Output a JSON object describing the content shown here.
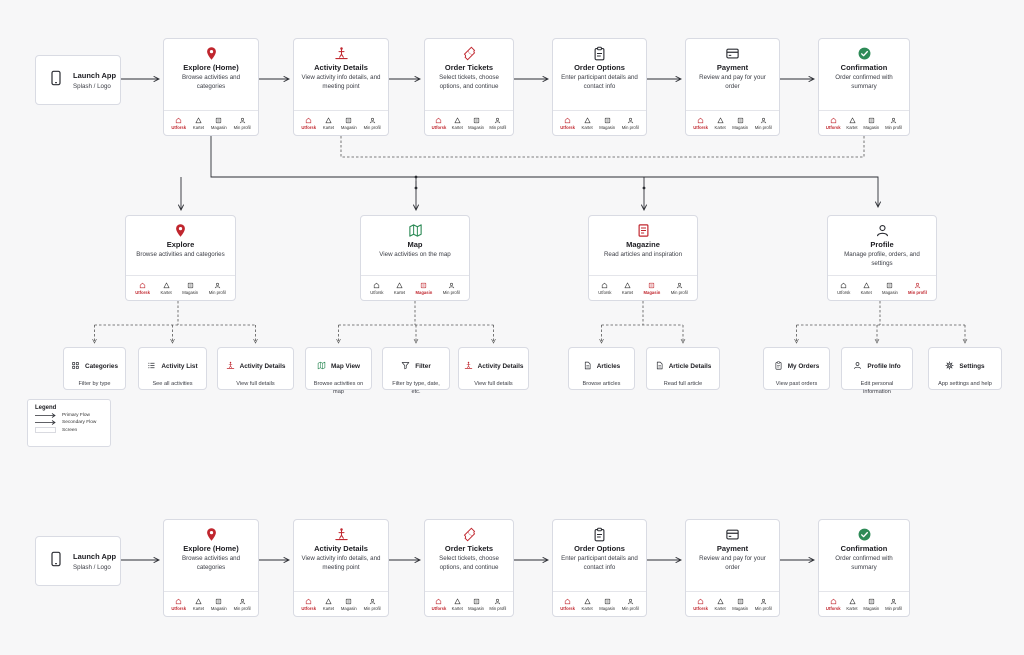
{
  "colors": {
    "accent": "#c0262e",
    "map_green": "#2e8b57",
    "confirm_green": "#2e8b57",
    "line": "#2b2d33",
    "border": "#d9dbe3"
  },
  "tab_labels": [
    "Utforsk",
    "Kartet",
    "Magasin",
    "Min profil"
  ],
  "flow_top": {
    "launch": {
      "title": "Launch App",
      "subtitle": "Splash / Logo",
      "icon": "phone-icon"
    },
    "steps": [
      {
        "key": "explore-home",
        "title": "Explore (Home)",
        "desc": "Browse activities and categories",
        "icon": "map-pin-icon",
        "active_tab": 0
      },
      {
        "key": "activity-details",
        "title": "Activity Details",
        "desc": "View activity info details, and meeting point",
        "icon": "person-activity-icon",
        "active_tab": 0
      },
      {
        "key": "order-tickets",
        "title": "Order Tickets",
        "desc": "Select tickets, choose options, and continue",
        "icon": "ticket-icon",
        "active_tab": 0
      },
      {
        "key": "order-options",
        "title": "Order Options",
        "desc": "Enter participant details and contact info",
        "icon": "clipboard-icon",
        "active_tab": 0
      },
      {
        "key": "payment",
        "title": "Payment",
        "desc": "Review and pay for your order",
        "icon": "credit-card-icon",
        "active_tab": 0
      },
      {
        "key": "confirmation",
        "title": "Confirmation",
        "desc": "Order confirmed with summary",
        "icon": "check-circle-icon",
        "active_tab": 0
      }
    ]
  },
  "flow_bottom": {
    "launch": {
      "title": "Launch App",
      "subtitle": "Splash / Logo",
      "icon": "phone-icon"
    },
    "steps": [
      {
        "key": "explore-home",
        "title": "Explore (Home)",
        "desc": "Browse activities and categories",
        "icon": "map-pin-icon",
        "active_tab": 0
      },
      {
        "key": "activity-details",
        "title": "Activity Details",
        "desc": "View activity info details, and meeting point",
        "icon": "person-activity-icon",
        "active_tab": 0
      },
      {
        "key": "order-tickets",
        "title": "Order Tickets",
        "desc": "Select tickets, choose options, and continue",
        "icon": "ticket-icon",
        "active_tab": 0
      },
      {
        "key": "order-options",
        "title": "Order Options",
        "desc": "Enter participant details and contact info",
        "icon": "clipboard-icon",
        "active_tab": 0
      },
      {
        "key": "payment",
        "title": "Payment",
        "desc": "Review and pay for your order",
        "icon": "credit-card-icon",
        "active_tab": 0
      },
      {
        "key": "confirmation",
        "title": "Confirmation",
        "desc": "Order confirmed with summary",
        "icon": "check-circle-icon",
        "active_tab": 0
      }
    ]
  },
  "sections": [
    {
      "key": "explore",
      "title": "Explore",
      "desc": "Browse activities and categories",
      "icon": "map-pin-icon",
      "active_tab": 0,
      "children": [
        {
          "title": "Categories",
          "desc": "Filter by type",
          "icon": "grid-icon"
        },
        {
          "title": "Activity List",
          "desc": "See all activities",
          "icon": "list-icon"
        },
        {
          "title": "Activity Details",
          "desc": "View full details",
          "icon": "person-activity-icon"
        }
      ]
    },
    {
      "key": "map",
      "title": "Map",
      "desc": "View activities on the map",
      "icon": "folded-map-icon",
      "active_tab": 2,
      "children": [
        {
          "title": "Map View",
          "desc": "Browse activities on map",
          "icon": "folded-map-icon"
        },
        {
          "title": "Filter",
          "desc": "Filter by type, date, etc.",
          "icon": "filter-icon"
        },
        {
          "title": "Activity Details",
          "desc": "View full details",
          "icon": "person-activity-icon"
        }
      ]
    },
    {
      "key": "magazine",
      "title": "Magazine",
      "desc": "Read articles and inspiration",
      "icon": "book-icon",
      "active_tab": 2,
      "children": [
        {
          "title": "Articles",
          "desc": "Browse articles",
          "icon": "document-icon"
        },
        {
          "title": "Article Details",
          "desc": "Read full article",
          "icon": "document-icon"
        }
      ]
    },
    {
      "key": "profile",
      "title": "Profile",
      "desc": "Manage profile, orders, and settings",
      "icon": "user-icon",
      "active_tab": 3,
      "children": [
        {
          "title": "My Orders",
          "desc": "View past orders",
          "icon": "clipboard-icon"
        },
        {
          "title": "Profile Info",
          "desc": "Edit personal information",
          "icon": "user-icon"
        },
        {
          "title": "Settings",
          "desc": "App settings and help",
          "icon": "gear-icon"
        }
      ]
    }
  ],
  "legend": {
    "title": "Legend",
    "items": [
      {
        "label": "Primary Flow",
        "kind": "primary"
      },
      {
        "label": "Secondary Flow",
        "kind": "secondary"
      },
      {
        "label": "Screen",
        "kind": "screen"
      }
    ]
  }
}
